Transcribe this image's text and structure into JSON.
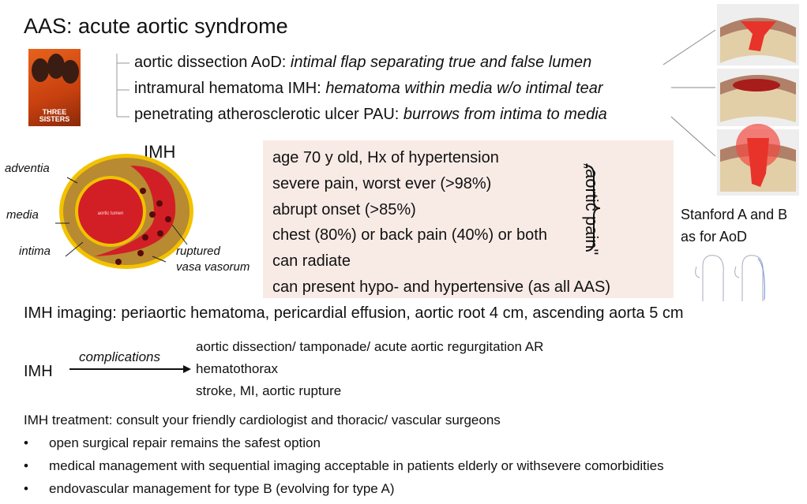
{
  "title": "AAS: acute aortic syndrome",
  "album": {
    "text": "THREE SISTERS"
  },
  "types": [
    {
      "name": "aortic dissection AoD:",
      "desc": "intimal flap separating true and false lumen"
    },
    {
      "name": "intramural hematoma IMH:",
      "desc": "hematoma within media w/o intimal tear"
    },
    {
      "name": "penetrating atherosclerotic ulcer PAU:",
      "desc": "burrows from intima to media"
    }
  ],
  "diagram": {
    "title": "IMH",
    "lumen": "aortic lumen",
    "labels": {
      "adventia": "adventia",
      "media": "media",
      "intima": "intima",
      "ruptured": "ruptured",
      "vasa": "vasa vasorum"
    }
  },
  "clinical": [
    "age 70 y old, Hx of hypertension",
    "severe pain, worst ever (>98%)",
    "abrupt onset (>85%)",
    "chest (80%) or back pain (40%) or both",
    "can radiate",
    "can present hypo- and hypertensive (as all AAS)"
  ],
  "aortic_pain": "„aortic pain\"",
  "stanford": [
    "Stanford A and B",
    "as for AoD"
  ],
  "imaging": "IMH imaging: periaortic hematoma, pericardial effusion, aortic root 4 cm, ascending aorta 5 cm",
  "complications": {
    "source": "IMH",
    "arrow_label": "complications",
    "items": [
      "aortic dissection/ tamponade/ acute aortic regurgitation AR",
      "hematothorax",
      "stroke, MI, aortic rupture"
    ]
  },
  "treatment": {
    "heading": "IMH treatment: consult your friendly cardiologist and thoracic/ vascular surgeons",
    "bullets": [
      "open surgical repair remains the safest option",
      "medical management with sequential imaging acceptable in patients elderly or withsevere comorbidities",
      "endovascular management for type B (evolving for type A)"
    ]
  }
}
